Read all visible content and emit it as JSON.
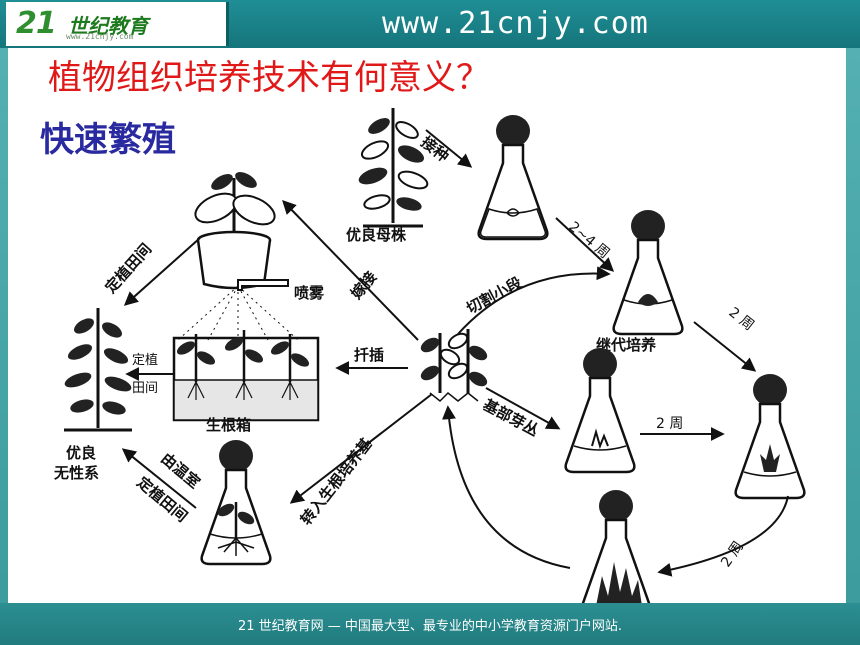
{
  "header": {
    "logo_mark": "21",
    "logo_text": "世纪教育",
    "logo_sub": "www.21cnjy.com",
    "url": "www.21cnjy.com"
  },
  "slide": {
    "title": "植物组织培养技术有何意义？",
    "subtitle": "快速繁殖"
  },
  "diagram": {
    "labels": {
      "mother_plant": "优良母株",
      "inoculate": "接种",
      "weeks_2_4": "2~4 周",
      "cut_segments": "切割小段",
      "subculture": "继代培养",
      "weeks_2_a": "2 周",
      "weeks_2_b": "2 周",
      "weeks_2_c": "2 周",
      "basal_buds": "基部芽丛",
      "graft": "嫁接",
      "transplant_field": "定植田间",
      "spray": "喷雾",
      "cutting": "扦插",
      "field_plant_1": "定植",
      "field_plant_2": "田间",
      "rooting_box": "生根箱",
      "rooting_medium": "转入生根培养基",
      "greenhouse": "由温室",
      "field_bottom": "定植田间",
      "clone_1": "优良",
      "clone_2": "无性系"
    }
  },
  "footer": {
    "text": "21 世纪教育网 — 中国最大型、最专业的中小学教育资源门户网站."
  },
  "colors": {
    "title": "#e11818",
    "subtitle": "#2a2aa0",
    "frame": "#3a9a9c"
  }
}
